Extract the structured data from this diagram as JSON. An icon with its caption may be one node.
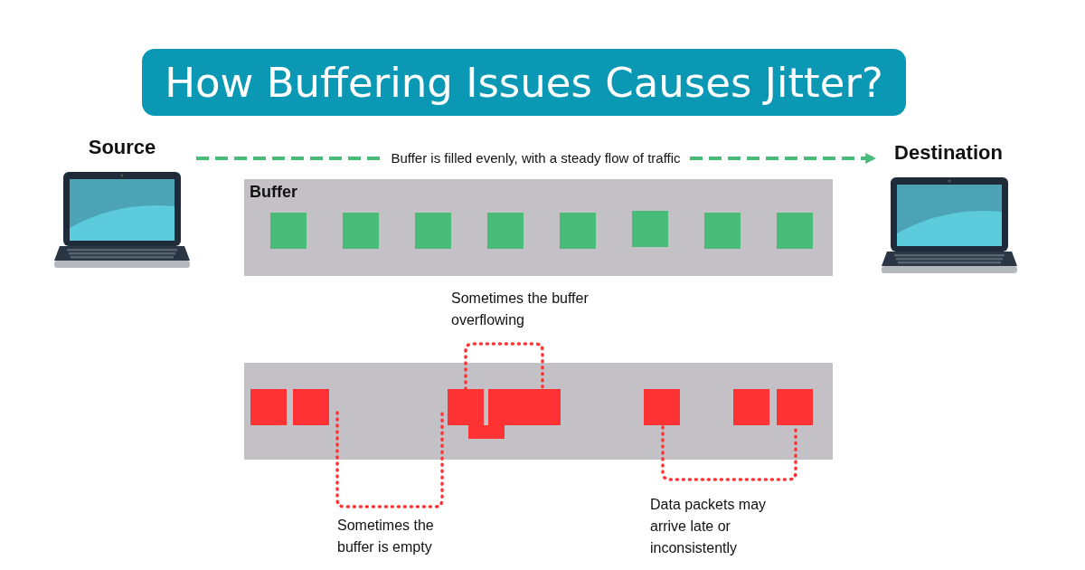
{
  "diagram": {
    "title": "How Buffering Issues Causes Jitter?",
    "nodes": [
      {
        "text": [
          "Source"
        ]
      },
      {
        "text": [
          "Destination"
        ]
      },
      {
        "text": [
          "Buffer"
        ]
      },
      {
        "text": [],
        "shape": "box",
        "in": 2
      },
      {
        "text": [],
        "shape": "box",
        "in": 2
      },
      {
        "text": [],
        "shape": "box",
        "in": 2
      },
      {
        "text": [],
        "shape": "box",
        "in": 2
      },
      {
        "text": [],
        "shape": "box",
        "in": 2
      },
      {
        "text": [],
        "shape": "box",
        "in": 2
      },
      {
        "text": [],
        "shape": "box",
        "in": 2
      },
      {
        "text": [],
        "shape": "box",
        "in": 2
      },
      {
        "text": [],
        "shape": "bar"
      },
      {
        "text": [],
        "shape": "box",
        "in": 11
      },
      {
        "text": [],
        "shape": "box",
        "in": 11
      },
      {
        "text": [],
        "shape": "box",
        "in": 11
      },
      {
        "text": [],
        "shape": "box",
        "in": 11
      },
      {
        "text": [],
        "shape": "box",
        "in": 11
      },
      {
        "text": [],
        "shape": "box",
        "in": 11
      },
      {
        "text": [],
        "shape": "box",
        "in": 11
      },
      {
        "text": [],
        "shape": "box",
        "in": 11
      },
      {
        "text": [],
        "shape": "box",
        "in": 11
      }
    ],
    "edges": [
      {
        "from": 0,
        "to": 1,
        "arrow": "to",
        "label": "Buffer is filled evenly, with a steady flow of traffic",
        "style": "dashed"
      }
    ],
    "labels": [
      "Sometimes the buffer overflowing",
      "Sometimes the buffer is empty",
      "Data packets may arrive late or inconsistently"
    ]
  }
}
